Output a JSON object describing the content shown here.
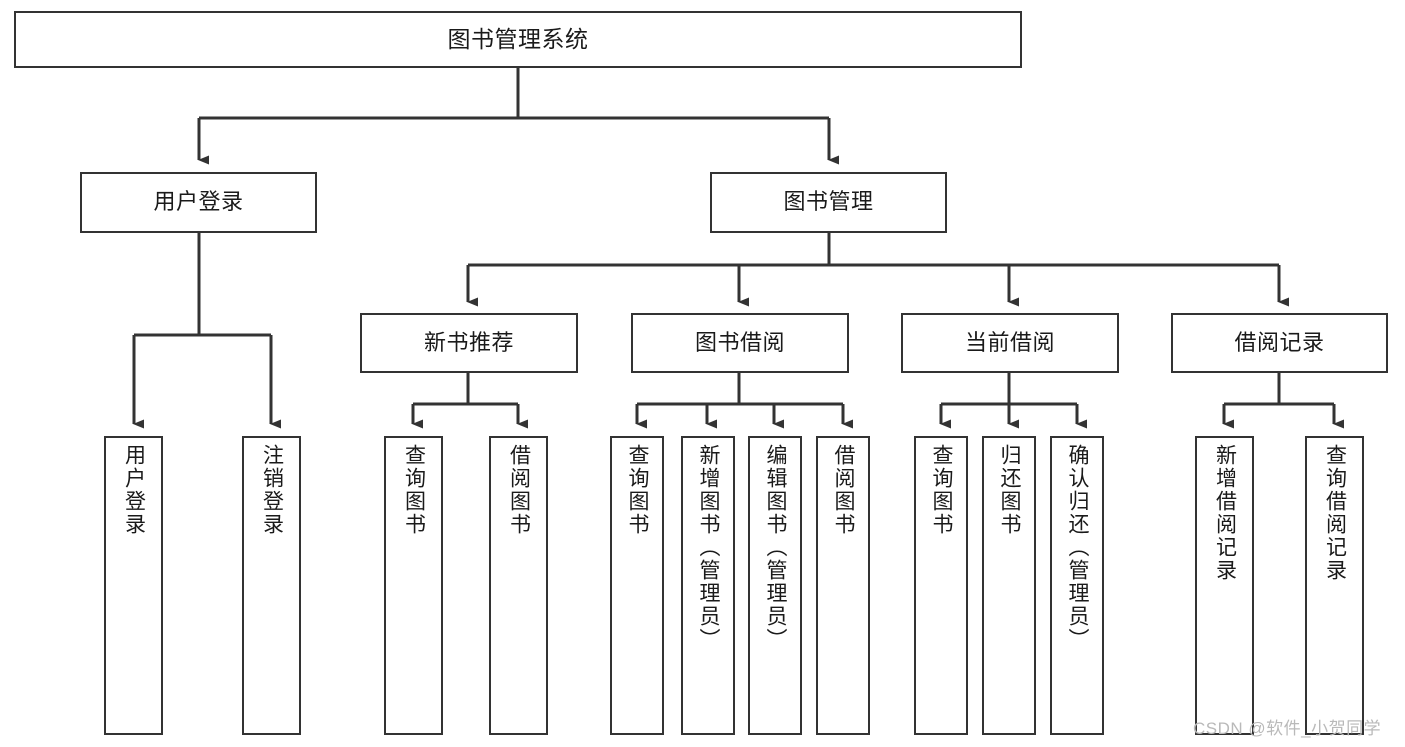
{
  "diagram": {
    "title": "图书管理系统",
    "type": "tree-hierarchy-chart",
    "colors": {
      "node_border": "#333333",
      "node_fill": "#ffffff",
      "connector": "#333333",
      "text": "#1a1a1a",
      "watermark": "#b9b9b9",
      "background": "#ffffff"
    },
    "watermark": "CSDN @软件_小贺同学",
    "nodes": {
      "root": {
        "label": "图书管理系统"
      },
      "level2": [
        {
          "label": "用户登录"
        },
        {
          "label": "图书管理"
        }
      ],
      "level3": [
        {
          "label": "新书推荐"
        },
        {
          "label": "图书借阅"
        },
        {
          "label": "当前借阅"
        },
        {
          "label": "借阅记录"
        }
      ],
      "leaves": [
        {
          "label": "用户登录",
          "parent": "用户登录"
        },
        {
          "label": "注销登录",
          "parent": "用户登录"
        },
        {
          "label": "查询图书",
          "parent": "新书推荐"
        },
        {
          "label": "借阅图书",
          "parent": "新书推荐"
        },
        {
          "label": "查询图书",
          "parent": "图书借阅"
        },
        {
          "label": "新增图书（管理员）",
          "parent": "图书借阅"
        },
        {
          "label": "编辑图书（管理员）",
          "parent": "图书借阅"
        },
        {
          "label": "借阅图书",
          "parent": "图书借阅"
        },
        {
          "label": "查询图书",
          "parent": "当前借阅"
        },
        {
          "label": "归还图书",
          "parent": "当前借阅"
        },
        {
          "label": "确认归还（管理员）",
          "parent": "当前借阅"
        },
        {
          "label": "新增借阅记录",
          "parent": "借阅记录"
        },
        {
          "label": "查询借阅记录",
          "parent": "借阅记录"
        }
      ]
    }
  }
}
